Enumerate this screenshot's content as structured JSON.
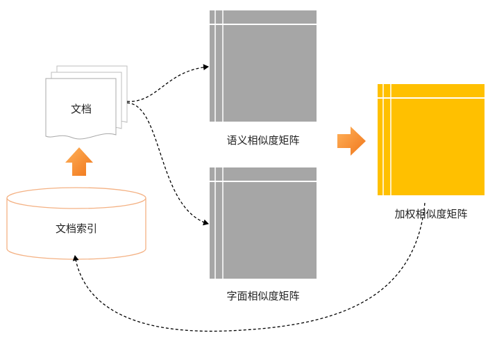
{
  "nodes": {
    "document": {
      "label": "文档"
    },
    "document_index": {
      "label": "文档索引"
    },
    "semantic_matrix": {
      "label": "语义相似度矩阵"
    },
    "lexical_matrix": {
      "label": "字面相似度矩阵"
    },
    "weighted_matrix": {
      "label": "加权相似度矩阵"
    }
  },
  "colors": {
    "matrix_gray": "#a6a6a6",
    "matrix_orange": "#ffc000",
    "arrow_orange": "#f58220",
    "cylinder_stroke": "#f4b183",
    "line": "#000000"
  }
}
